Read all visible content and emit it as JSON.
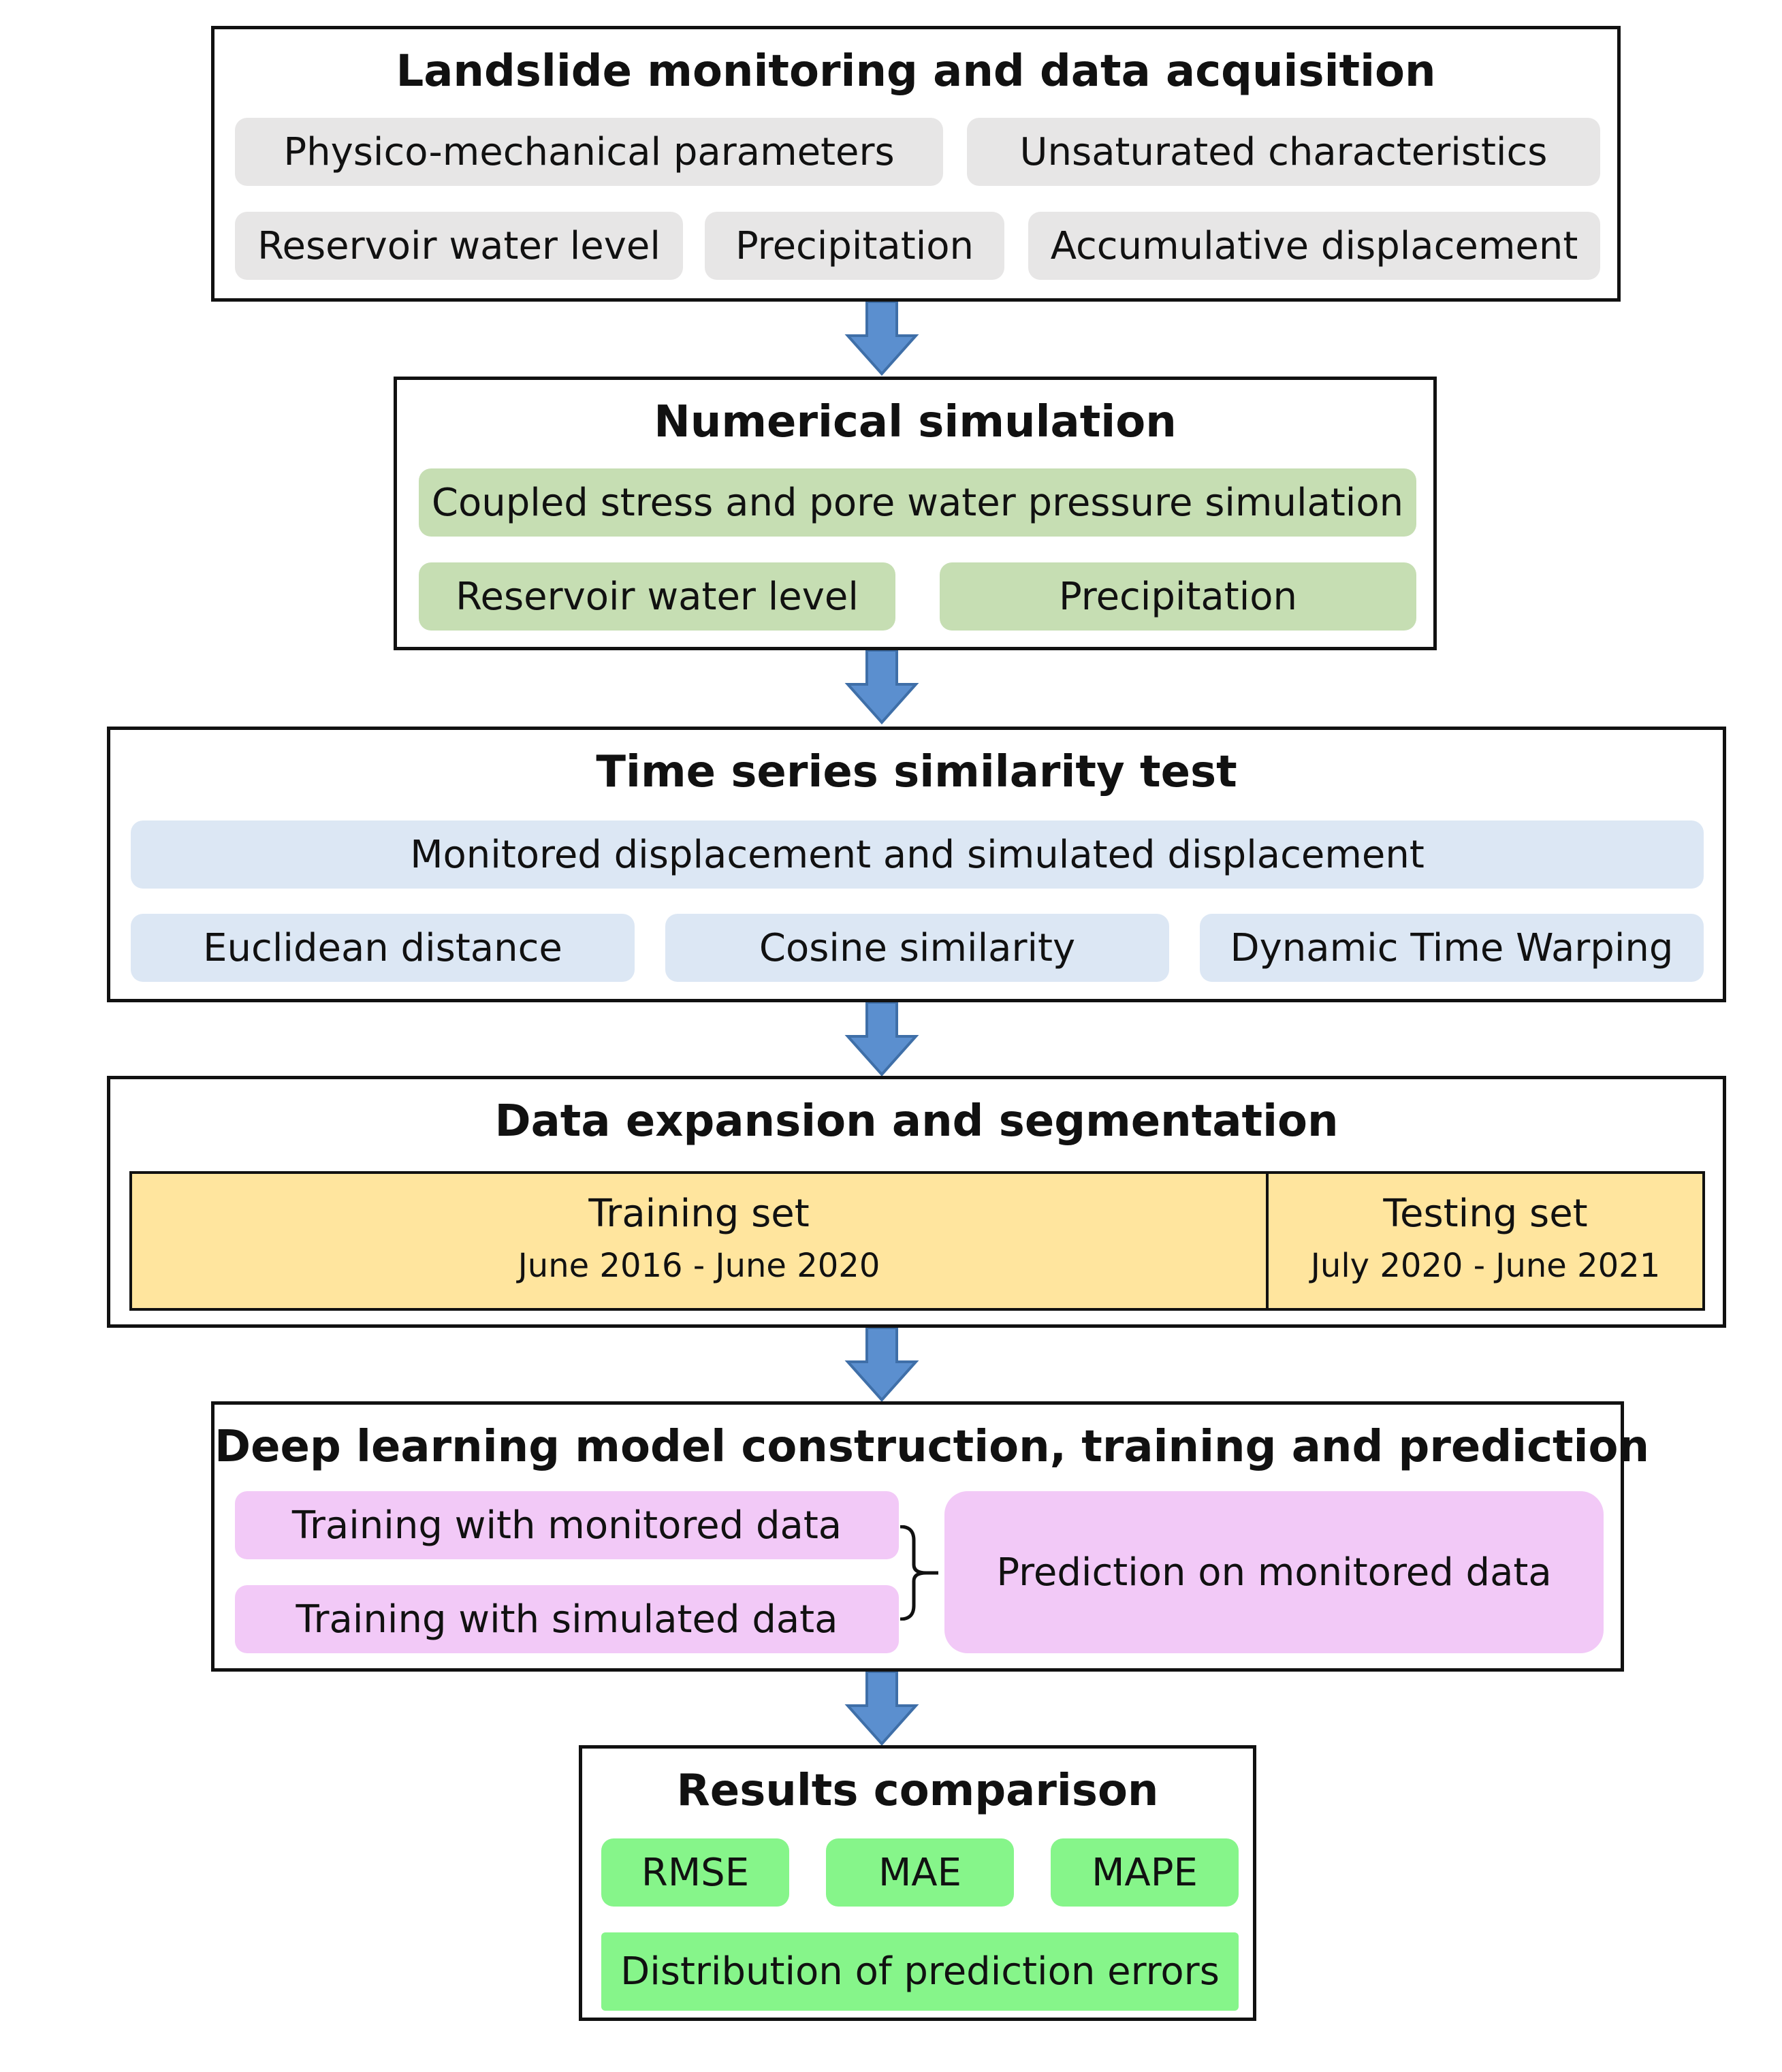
{
  "colors": {
    "arrow_fill": "#5b8fcf",
    "arrow_stroke": "#3f6fa8",
    "border": "#111111",
    "gray_pill": "#e7e6e6",
    "green_pill": "#c6deb3",
    "blue_pill": "#dce7f4",
    "yellow_cell": "#ffe59e",
    "pink_pill": "#f2c9f7",
    "lime_pill": "#86f58a"
  },
  "stage1": {
    "title": "Landslide monitoring and data acquisition",
    "items": [
      "Physico-mechanical parameters",
      "Unsaturated characteristics",
      "Reservoir water level",
      "Precipitation",
      "Accumulative displacement"
    ]
  },
  "stage2": {
    "title": "Numerical simulation",
    "items": [
      "Coupled stress and pore water pressure simulation",
      "Reservoir water level",
      "Precipitation"
    ]
  },
  "stage3": {
    "title": "Time series similarity test",
    "items": [
      "Monitored displacement and simulated displacement",
      "Euclidean distance",
      "Cosine similarity",
      "Dynamic Time Warping"
    ]
  },
  "stage4": {
    "title": "Data expansion and segmentation",
    "training": {
      "label": "Training set",
      "period": "June 2016 - June 2020"
    },
    "testing": {
      "label": "Testing set",
      "period": "July 2020 - June 2021"
    }
  },
  "stage5": {
    "title": "Deep learning model construction, training and prediction",
    "items": [
      "Training with monitored data",
      "Training with simulated data",
      "Prediction on monitored data"
    ]
  },
  "stage6": {
    "title": "Results comparison",
    "items": [
      "RMSE",
      "MAE",
      "MAPE",
      "Distribution of prediction errors"
    ]
  }
}
